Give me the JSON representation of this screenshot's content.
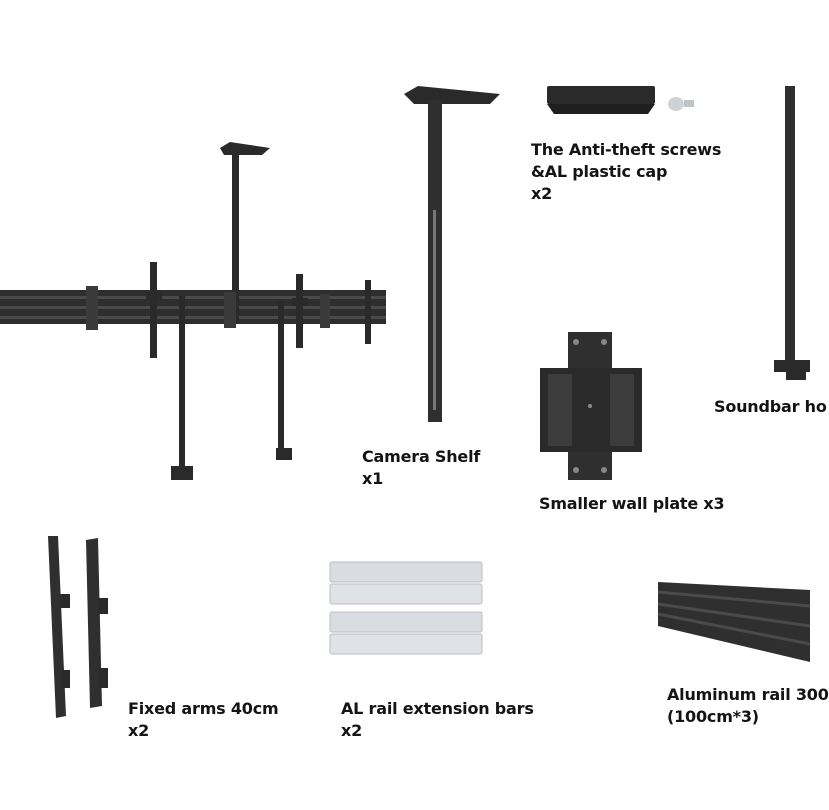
{
  "colors": {
    "background": "#ffffff",
    "metal_dark": "#2a2a2a",
    "metal_mid": "#3a3a3a",
    "aluminum": "#d9dde2",
    "text": "#141414"
  },
  "labels": {
    "camera_shelf": {
      "line1": "Camera Shelf",
      "line2": "x1"
    },
    "anti_theft": {
      "line1": "The Anti-theft screws",
      "line2": "&AL plastic cap",
      "line3": "x2"
    },
    "soundbar": {
      "line1": "Soundbar ho"
    },
    "wall_plate": {
      "line1": "Smaller wall plate x3"
    },
    "fixed_arms": {
      "line1": "Fixed arms 40cm",
      "line2": "x2"
    },
    "extension_bars": {
      "line1": "AL rail extension bars",
      "line2": "x2"
    },
    "aluminum_rail": {
      "line1": "Aluminum rail 300",
      "line2": "(100cm*3)"
    }
  }
}
